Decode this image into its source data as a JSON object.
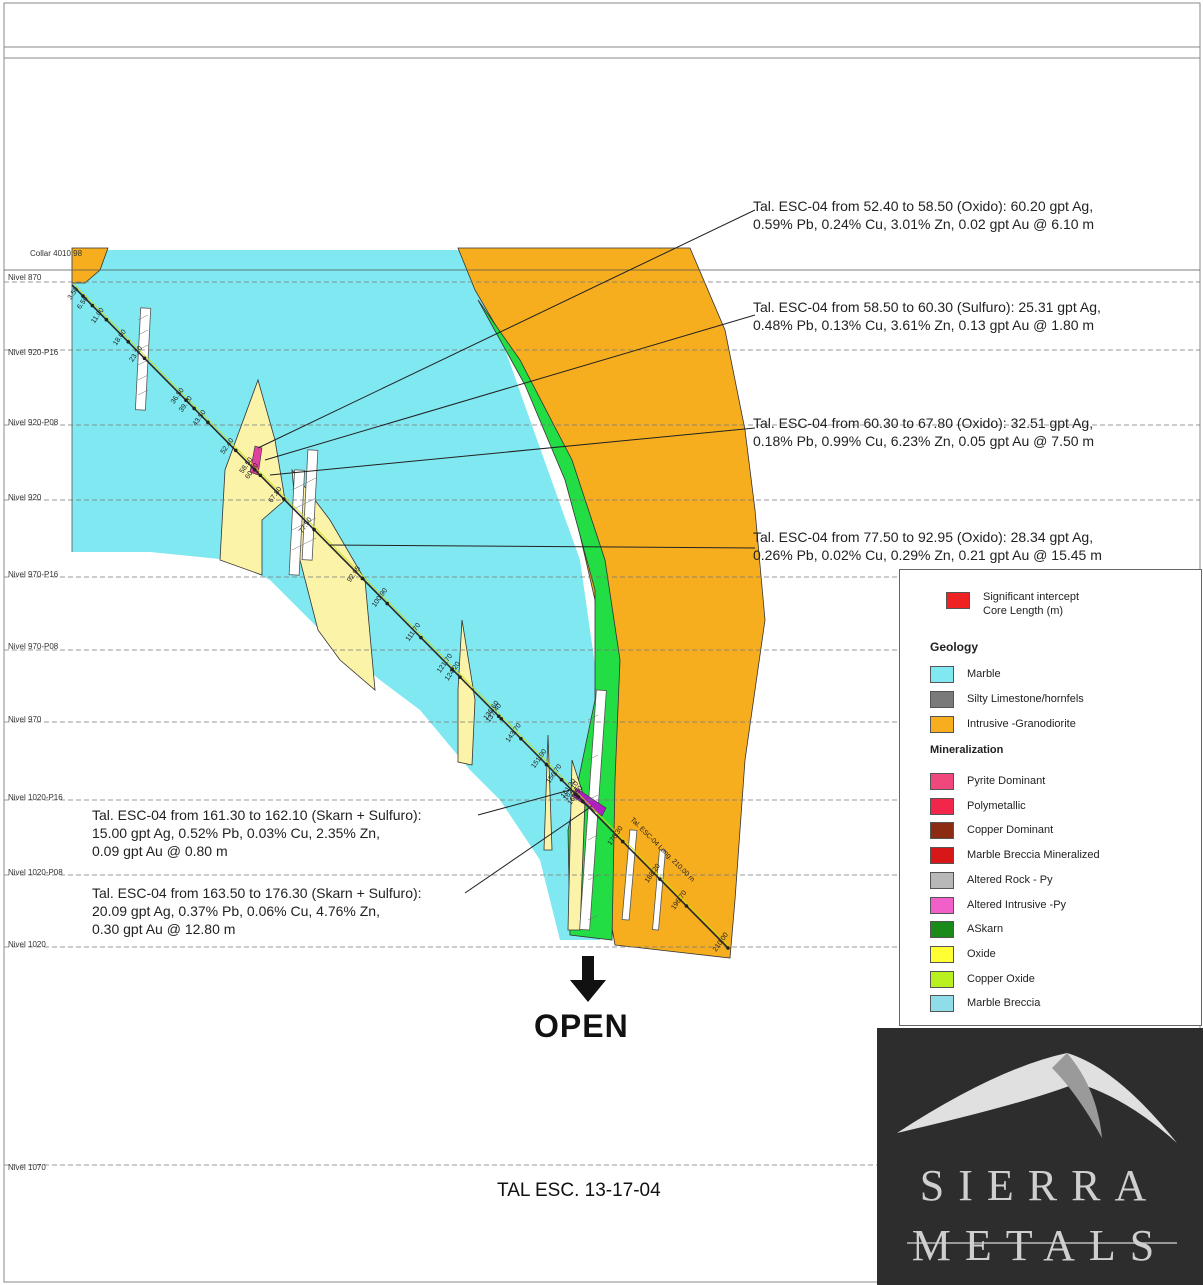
{
  "section_title": "TAL ESC. 13-17-04",
  "open_label": "OPEN",
  "hole_label": "Tal. ESC-04  Long. 210.00 m",
  "collar_label": "Collar 4010.98",
  "levels": [
    "Nivel 870",
    "Nivel 920-P16",
    "Nivel 920-P08",
    "Nivel 920",
    "Nivel 970-P16",
    "Nivel 970-P08",
    "Nivel 970",
    "Nivel 1020-P16",
    "Nivel 1020-P08",
    "Nivel 1020",
    "Nivel 1070"
  ],
  "depth_marks": [
    "3.50",
    "6.50",
    "11.00",
    "18.00",
    "23.20",
    "36.50",
    "39.10",
    "43.50",
    "52.40",
    "58.50",
    "60.30",
    "67.80",
    "77.50",
    "92.95",
    "100.90",
    "111.70",
    "121.70",
    "124.20",
    "136.60",
    "137.40",
    "143.70",
    "151.90",
    "156.70",
    "161.30",
    "162.10",
    "163.50",
    "176.30",
    "188.20",
    "196.70",
    "210.00"
  ],
  "callouts": [
    {
      "line1": "Tal. ESC-04 from 52.40 to 58.50 (Oxido): 60.20 gpt Ag,",
      "line2": "0.59% Pb, 0.24% Cu, 3.01% Zn, 0.02 gpt Au @ 6.10 m"
    },
    {
      "line1": "Tal. ESC-04 from 58.50 to 60.30 (Sulfuro): 25.31 gpt Ag,",
      "line2": "0.48% Pb, 0.13% Cu, 3.61% Zn, 0.13 gpt Au @ 1.80 m"
    },
    {
      "line1": "Tal. ESC-04 from 60.30 to 67.80 (Oxido): 32.51 gpt Ag,",
      "line2": "0.18% Pb, 0.99% Cu, 6.23% Zn, 0.05 gpt Au @ 7.50 m"
    },
    {
      "line1": "Tal. ESC-04 from 77.50 to 92.95 (Oxido): 28.34 gpt Ag,",
      "line2": "0.26% Pb, 0.02% Cu, 0.29% Zn, 0.21 gpt Au @ 15.45 m"
    },
    {
      "line1": "Tal. ESC-04 from 161.30 to 162.10 (Skarn + Sulfuro):",
      "line2": "15.00 gpt Ag, 0.52% Pb, 0.03% Cu, 2.35% Zn,",
      "line3": "0.09 gpt Au @ 0.80 m"
    },
    {
      "line1": "Tal. ESC-04 from 163.50 to 176.30 (Skarn + Sulfuro):",
      "line2": "20.09 gpt Ag, 0.37% Pb, 0.06% Cu, 4.76% Zn,",
      "line3": "0.30 gpt Au @ 12.80 m"
    }
  ],
  "legend": {
    "intercept_label1": "Significant intercept",
    "intercept_label2": "Core Length (m)",
    "geology_heading": "Geology",
    "geology": [
      {
        "label": "Marble",
        "color": "#7fe8f0"
      },
      {
        "label": "Silty Limestone/hornfels",
        "color": "#7a7a7a"
      },
      {
        "label": "Intrusive -Granodiorite",
        "color": "#f6ad1e"
      }
    ],
    "mineralization_heading": "Mineralization",
    "mineralization": [
      {
        "label": "Pyrite Dominant",
        "color": "#f0487c"
      },
      {
        "label": "Polymetallic",
        "color": "#f2264a"
      },
      {
        "label": "Copper Dominant",
        "color": "#8a2b12"
      },
      {
        "label": "Marble Breccia Mineralized",
        "color": "#d81818"
      },
      {
        "label": "Altered Rock - Py",
        "color": "#b8b8b8"
      },
      {
        "label": "Altered Intrusive -Py",
        "color": "#f060c8"
      },
      {
        "label": "ASkarn",
        "color": "#1a8a1a"
      },
      {
        "label": "Oxide",
        "color": "#ffff33"
      },
      {
        "label": "Copper Oxide",
        "color": "#b8f020"
      },
      {
        "label": "Marble Breccia",
        "color": "#8fdde8"
      }
    ]
  },
  "logo": {
    "word1": "SIERRA",
    "word2": "METALS"
  },
  "colors": {
    "marble": "#7fe8f0",
    "intrusive": "#f6ad1e",
    "skarn": "#22dd44",
    "dike": "#fbf3a8"
  }
}
